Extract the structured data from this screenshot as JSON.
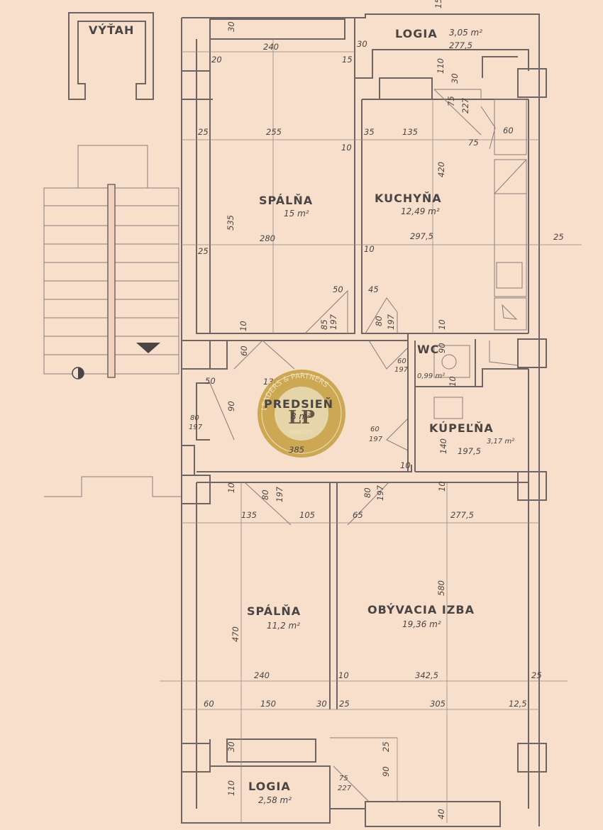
{
  "rooms": {
    "vytah": "VÝŤAH",
    "logia_top": {
      "name": "LOGIA",
      "area": "3,05 m²",
      "dim": "277,5"
    },
    "spalna_top": {
      "name": "SPÁLŇA",
      "area": "15 m²"
    },
    "kuchyna": {
      "name": "KUCHYŇA",
      "area": "12,49 m²"
    },
    "predsien": {
      "name": "PREDSIEŇ",
      "area": "8 m²",
      "dim": "385"
    },
    "wc": {
      "name": "WC",
      "area": "0,99 m²"
    },
    "kupelna": {
      "name": "KÚPEĽŇA",
      "area": "3,17 m²",
      "dim": "197,5"
    },
    "spalna_bottom": {
      "name": "SPÁLŇA",
      "area": "11,2 m²"
    },
    "obyvacia": {
      "name": "OBÝVACIA IZBA",
      "area": "19,36 m²"
    },
    "logia_bottom": {
      "name": "LOGIA",
      "area": "2,58 m²"
    }
  },
  "dims": {
    "d240a": "240",
    "d30a": "30",
    "d20": "20",
    "d15": "15",
    "d30b": "30",
    "d110": "110",
    "d30c": "30",
    "d25a": "25",
    "d255": "255",
    "d10a": "10",
    "d35": "35",
    "d135a": "135",
    "d75a": "75",
    "d60a": "60",
    "d227a": "227",
    "d75b": "75",
    "d420": "420",
    "d535": "535",
    "d280": "280",
    "d25b": "25",
    "d10b": "10",
    "d2975": "297,5",
    "d25c": "25",
    "d50a": "50",
    "d85": "85",
    "d197a": "197",
    "d45": "45",
    "d80a": "80",
    "d197b": "197",
    "d10c": "10",
    "d10d": "10",
    "d60b": "60",
    "d90a": "90",
    "d60c": "60",
    "d197c": "197",
    "d10e": "10",
    "d50b": "50",
    "d130": "130",
    "d80b": "80",
    "d197d": "197",
    "d90b": "90",
    "d60d": "60",
    "d197e": "197",
    "d140": "140",
    "d10f": "10",
    "d10g": "10",
    "d80c": "80",
    "d197f": "197",
    "d80d": "80",
    "d197g": "197",
    "d10h": "10",
    "d135b": "135",
    "d105": "105",
    "d65": "65",
    "d2775": "277,5",
    "d580": "580",
    "d470": "470",
    "d240b": "240",
    "d10i": "10",
    "d3425": "342,5",
    "d25d": "25",
    "d60e": "60",
    "d150": "150",
    "d30d": "30",
    "d25e": "25",
    "d305": "305",
    "d125": "12,5",
    "d30e": "30",
    "d25f": "25",
    "d90c": "90",
    "d75c": "75",
    "d227b": "227",
    "d110b": "110",
    "d40": "40",
    "d15b": "15"
  },
  "logo": {
    "top": "LEADERS & PARTNERS",
    "mark": "LP",
    "sub": "REALITY"
  },
  "colors": {
    "paper": "#f7dfcb",
    "line": "#6e6464",
    "logo_gold": "#c8a24a",
    "logo_dark": "#4a3a2a"
  }
}
